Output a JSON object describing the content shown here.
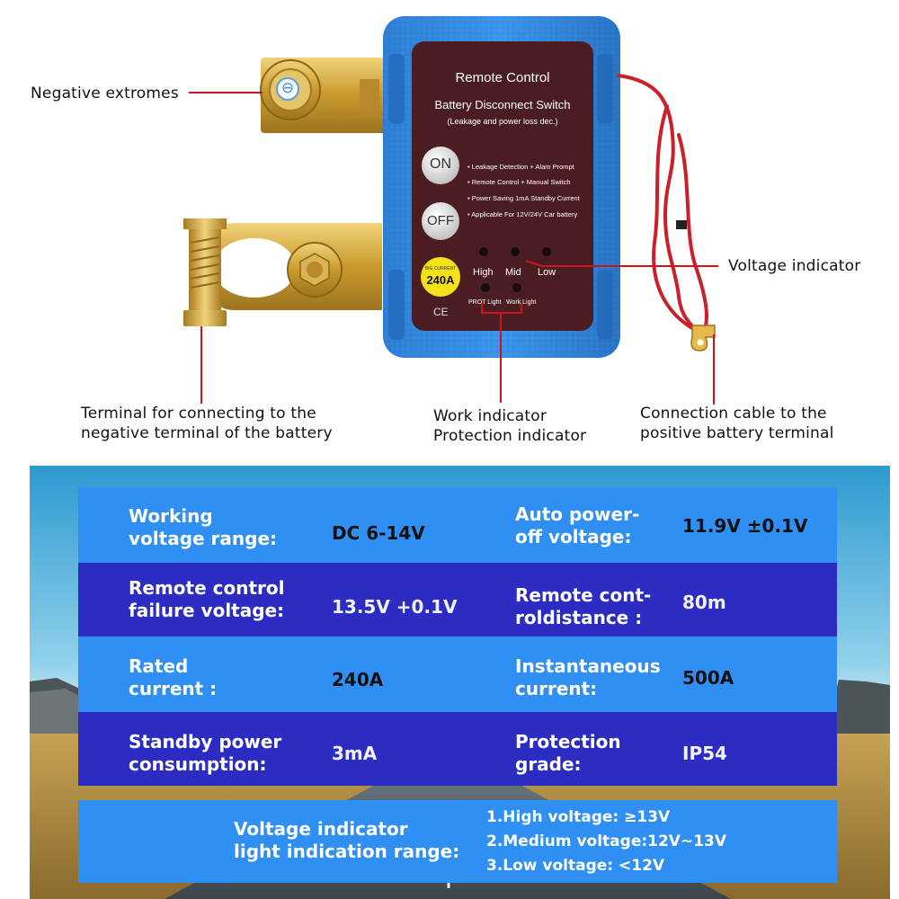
{
  "diagram": {
    "device": {
      "title": "Remote Control",
      "subtitle": "Battery Disconnect Switch",
      "note": "(Leakage and power loss dec.)",
      "on_label": "ON",
      "off_label": "OFF",
      "features": [
        "Leakage Detection + Alam Prompt",
        "Remote Control + Manual Switch",
        "Power Saving 1mA Standby Current",
        "Applicable For 12V/24V Car battery"
      ],
      "badge_top": "BIG CURRENT",
      "badge_value": "240A",
      "led_labels": [
        "High",
        "Mid",
        "Low"
      ],
      "light_labels": [
        "PROT Light",
        "Work Light"
      ],
      "ce_mark": "CE",
      "negative_symbol": "⊖"
    },
    "callouts": {
      "negative": "Negative extromes",
      "voltage_indicator": "Voltage indicator",
      "terminal_lines": [
        "Terminal for connecting to the",
        "negative terminal of the battery"
      ],
      "work_lines": [
        "Work indicator",
        "Protection indicator"
      ],
      "cable_lines": [
        "Connection cable to the",
        "positive battery terminal"
      ]
    },
    "colors": {
      "leader": "#d0121b",
      "case": "#2f86dd",
      "face": "#4a1d22",
      "brass": "#d4a83a"
    }
  },
  "specs": {
    "rows": [
      {
        "left_label": [
          "Working",
          "voltage range:"
        ],
        "left_value": "DC 6-14V",
        "right_label": [
          "Auto power-",
          "off voltage:"
        ],
        "right_value": "11.9V ±0.1V"
      },
      {
        "left_label": [
          "Remote control",
          "failure voltage:"
        ],
        "left_value": "13.5V +0.1V",
        "right_label": [
          "Remote cont-",
          "roldistance :"
        ],
        "right_value": "80m"
      },
      {
        "left_label": [
          "Rated",
          "current :"
        ],
        "left_value": "240A",
        "right_label": [
          "Instantaneous",
          "current:"
        ],
        "right_value": "500A"
      },
      {
        "left_label": [
          "Standby power",
          "consumption:"
        ],
        "left_value": "3mA",
        "right_label": [
          "Protection",
          "grade:"
        ],
        "right_value": "IP54"
      }
    ],
    "range": {
      "label": [
        "Voltage indicator",
        "light indication range:"
      ],
      "items": [
        "1.High voltage: ≥13V",
        "2.Medium voltage:12V~13V",
        "3.Low voltage: <12V"
      ]
    }
  }
}
